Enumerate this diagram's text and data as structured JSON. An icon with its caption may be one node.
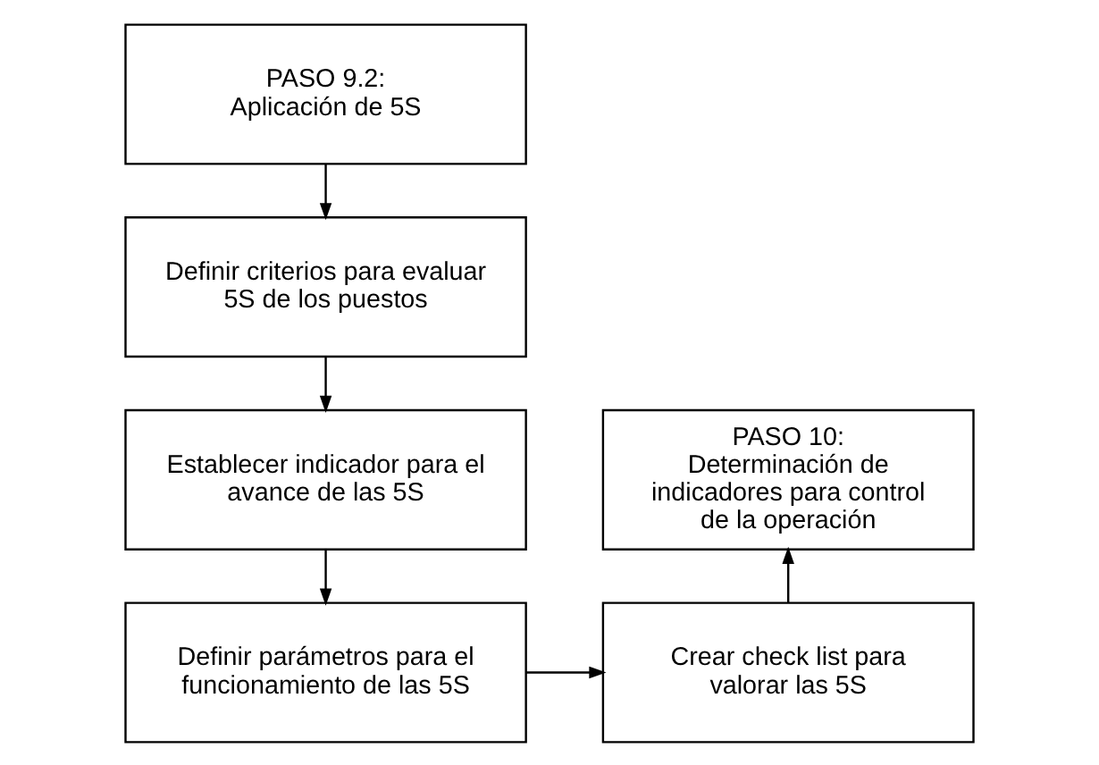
{
  "diagram": {
    "nodes": [
      {
        "text": [
          "PASO 9.2:",
          "Aplicación de 5S"
        ]
      },
      {
        "text": [
          "Definir criterios para evaluar 5S de los puestos"
        ]
      },
      {
        "text": [
          "Establecer indicador para el avance de las 5S"
        ]
      },
      {
        "text": [
          "Definir parámetros para el funcionamiento de las 5S"
        ]
      },
      {
        "text": [
          "Crear check list para valorar las 5S"
        ]
      },
      {
        "text": [
          "PASO 10:",
          "Determinación de indicadores para control de la operación"
        ]
      }
    ],
    "edges": [
      {
        "from": 0,
        "to": 1,
        "arrow": "to"
      },
      {
        "from": 1,
        "to": 2,
        "arrow": "to"
      },
      {
        "from": 2,
        "to": 3,
        "arrow": "to"
      },
      {
        "from": 3,
        "to": 4,
        "arrow": "to"
      },
      {
        "from": 4,
        "to": 5,
        "arrow": "to"
      }
    ]
  }
}
